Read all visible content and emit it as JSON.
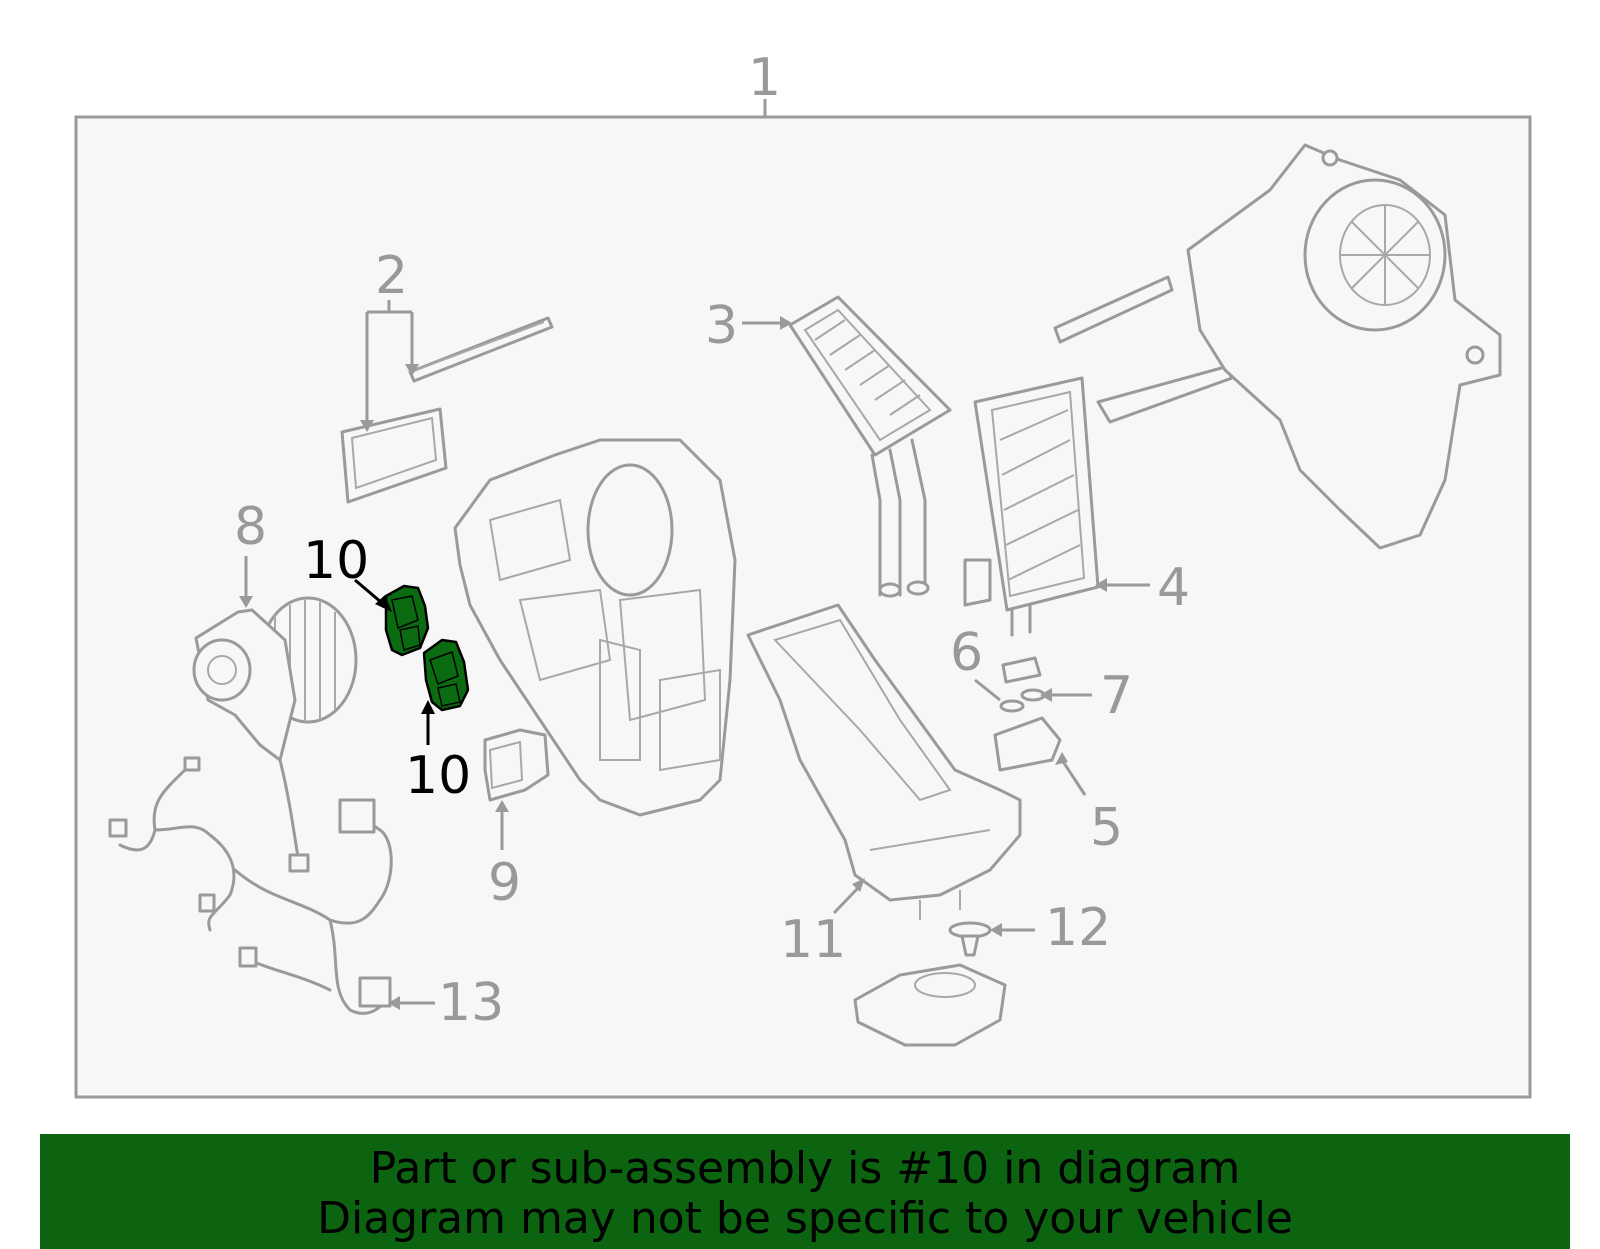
{
  "diagram": {
    "callouts": [
      {
        "id": "c1",
        "text": "1",
        "highlighted": false
      },
      {
        "id": "c2",
        "text": "2",
        "highlighted": false
      },
      {
        "id": "c3",
        "text": "3",
        "highlighted": false
      },
      {
        "id": "c4",
        "text": "4",
        "highlighted": false
      },
      {
        "id": "c5",
        "text": "5",
        "highlighted": false
      },
      {
        "id": "c6",
        "text": "6",
        "highlighted": false
      },
      {
        "id": "c7",
        "text": "7",
        "highlighted": false
      },
      {
        "id": "c8",
        "text": "8",
        "highlighted": false
      },
      {
        "id": "c9",
        "text": "9",
        "highlighted": false
      },
      {
        "id": "c10a",
        "text": "10",
        "highlighted": true
      },
      {
        "id": "c10b",
        "text": "10",
        "highlighted": true
      },
      {
        "id": "c11",
        "text": "11",
        "highlighted": false
      },
      {
        "id": "c12",
        "text": "12",
        "highlighted": false
      },
      {
        "id": "c13",
        "text": "13",
        "highlighted": false
      }
    ],
    "highlight_color": "#0b6b10",
    "line_color": "#9a9a9a",
    "panel_color": "#f7f7f7"
  },
  "banner": {
    "line1": "Part or sub-assembly is #10 in diagram",
    "line2": "Diagram may not be specific to your vehicle",
    "background": "#0c6410"
  }
}
